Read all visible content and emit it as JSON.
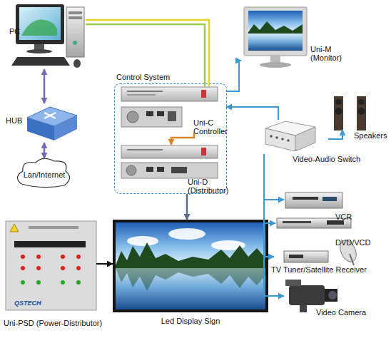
{
  "diagram": {
    "nodes": [
      {
        "text": [
          "PC"
        ]
      },
      {
        "text": [
          "Control System"
        ]
      },
      {
        "text": [
          "Uni-C Controller"
        ],
        "in": 1
      },
      {
        "text": [
          "Uni-D (Distributor)"
        ],
        "in": 1
      },
      {
        "text": [
          "Uni-M (Monitor)"
        ]
      },
      {
        "text": [
          "HUB"
        ]
      },
      {
        "text": [
          "Speakers"
        ]
      },
      {
        "text": [
          "Video-Audio Switch"
        ]
      },
      {
        "text": [
          "Lan/Internet"
        ]
      },
      {
        "text": [
          "VCR"
        ]
      },
      {
        "text": [
          "DVD/VCD"
        ]
      },
      {
        "text": [
          "Uni-PSD (Power-Distributor)"
        ]
      },
      {
        "text": [
          "Led Display Sign"
        ]
      },
      {
        "text": [
          "TV Tuner/Satellite Receiver"
        ]
      },
      {
        "text": [
          "Video Camera"
        ]
      }
    ],
    "edges": [
      {
        "from": 0,
        "to": 5,
        "arrow": "both"
      },
      {
        "from": 5,
        "to": 8,
        "arrow": "both"
      },
      {
        "from": 0,
        "to": 2,
        "arrow": "none"
      },
      {
        "from": 0,
        "to": 2,
        "arrow": "none"
      },
      {
        "from": 2,
        "to": 3,
        "arrow": "to"
      },
      {
        "from": 2,
        "to": 4,
        "arrow": "to"
      },
      {
        "from": 7,
        "to": 2,
        "arrow": "to"
      },
      {
        "from": 7,
        "to": 6,
        "arrow": "to"
      },
      {
        "from": 7,
        "to": 9,
        "arrow": "to"
      },
      {
        "from": 7,
        "to": 10,
        "arrow": "to"
      },
      {
        "from": 7,
        "to": 13,
        "arrow": "to"
      },
      {
        "from": 7,
        "to": 14,
        "arrow": "to"
      },
      {
        "from": 1,
        "to": 12,
        "arrow": "to"
      },
      {
        "from": 11,
        "to": 12,
        "arrow": "to"
      }
    ],
    "labels": [
      "QSTECH"
    ]
  }
}
